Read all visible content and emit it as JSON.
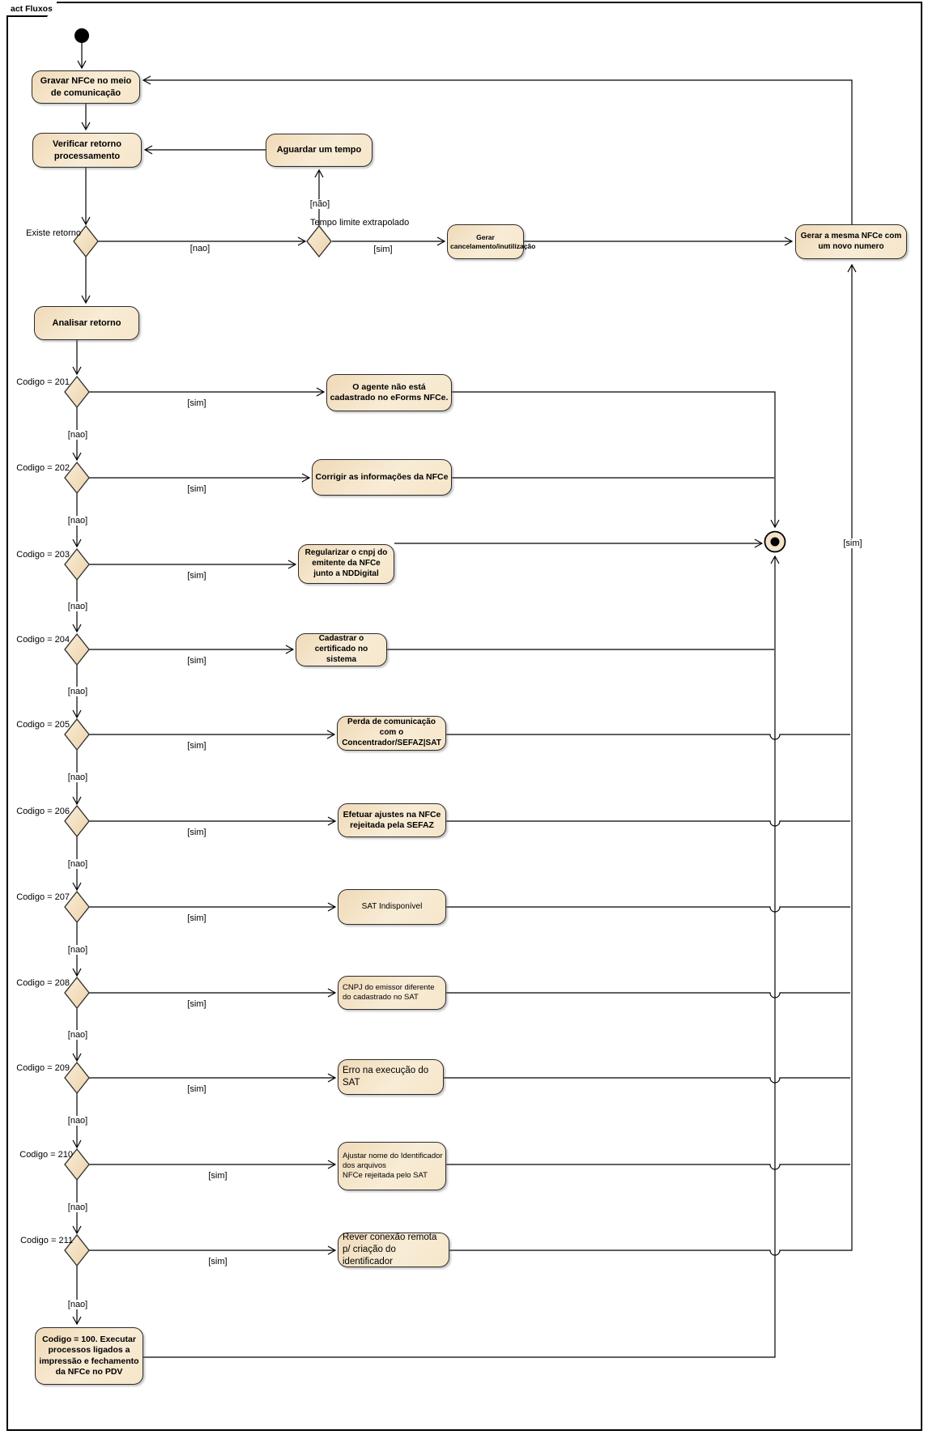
{
  "frame": {
    "title": "act Fluxos"
  },
  "guards": {
    "sim": "[sim]",
    "nao": "[nao]",
    "nao_accent": "[não]"
  },
  "decisions": {
    "existe_retorno": "Existe retorno",
    "tempo_limite": "Tempo limite extrapolado"
  },
  "nodes": {
    "gravar": "Gravar NFCe no meio de comunicação",
    "verificar": "Verificar retorno processamento",
    "aguardar": "Aguardar um tempo",
    "gerar_cancelamento": "Gerar cancelamento/inutilização",
    "gerar_mesma": "Gerar a mesma NFCe com um novo numero",
    "analisar": "Analisar retorno",
    "final_100": "Codigo = 100. Executar processos ligados a impressão e fechamento da NFCe no PDV"
  },
  "rows": [
    {
      "code": "Codigo = 201",
      "action": "O agente não está cadastrado no eForms NFCe."
    },
    {
      "code": "Codigo = 202",
      "action": "Corrigir as informações da NFCe"
    },
    {
      "code": "Codigo = 203",
      "action": "Regularizar o cnpj do emitente da NFCe junto a NDDigital"
    },
    {
      "code": "Codigo = 204",
      "action": "Cadastrar o certificado no sistema"
    },
    {
      "code": "Codigo = 205",
      "action": "Perda de comunicação com o Concentrador/SEFAZ|SAT"
    },
    {
      "code": "Codigo = 206",
      "action": "Efetuar ajustes na NFCe rejeitada pela SEFAZ"
    },
    {
      "code": "Codigo = 207",
      "action": "SAT Indisponível"
    },
    {
      "code": "Codigo = 208",
      "action": "CNPJ do emissor diferente do cadastrado no SAT"
    },
    {
      "code": "Codigo = 209",
      "action": "Erro na execução do SAT"
    },
    {
      "code": "Codigo = 210",
      "action_line1": "Ajustar nome do Identificador dos arquivos",
      "action_line2": "NFCe rejeitada pelo SAT"
    },
    {
      "code": "Codigo = 211",
      "action": "Rever conexão remota p/ criação do identificador"
    }
  ],
  "colors": {
    "node_fill_dark": "#f0dab8",
    "node_fill_light": "#f8ecd6",
    "node_border": "#2b2b2b",
    "line": "#000000",
    "background": "#ffffff"
  }
}
